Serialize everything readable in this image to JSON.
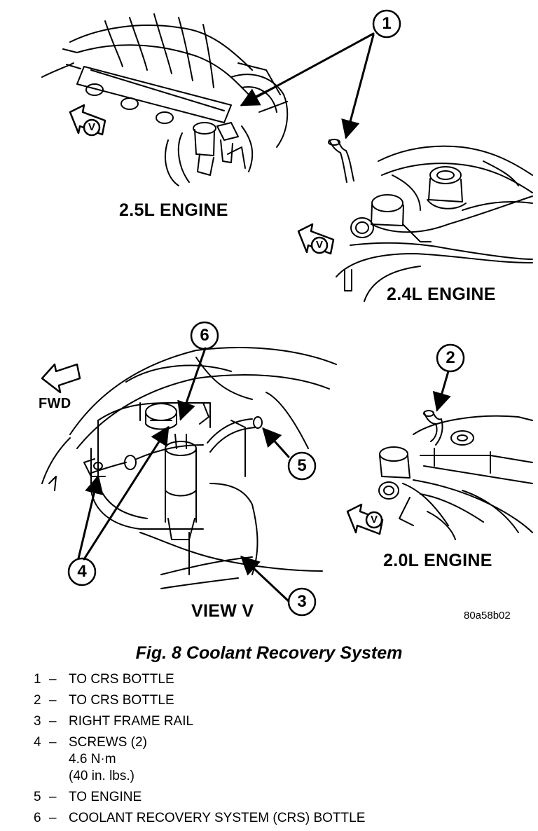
{
  "views": {
    "engine_25": "2.5L ENGINE",
    "engine_24": "2.4L ENGINE",
    "engine_20": "2.0L ENGINE",
    "view_v": "VIEW V",
    "fwd": "FWD",
    "view_marker": "V"
  },
  "callouts": [
    "1",
    "2",
    "3",
    "4",
    "5",
    "6"
  ],
  "figure_code": "80a58b02",
  "caption": "Fig. 8 Coolant Recovery System",
  "legend": [
    {
      "num": "1",
      "text": "TO CRS BOTTLE"
    },
    {
      "num": "2",
      "text": "TO CRS BOTTLE"
    },
    {
      "num": "3",
      "text": "RIGHT FRAME RAIL"
    },
    {
      "num": "4",
      "text": "SCREWS (2)",
      "sub": [
        "4.6 N·m",
        "(40 in. lbs.)"
      ]
    },
    {
      "num": "5",
      "text": "TO ENGINE"
    },
    {
      "num": "6",
      "text": "COOLANT RECOVERY SYSTEM (CRS) BOTTLE"
    }
  ]
}
